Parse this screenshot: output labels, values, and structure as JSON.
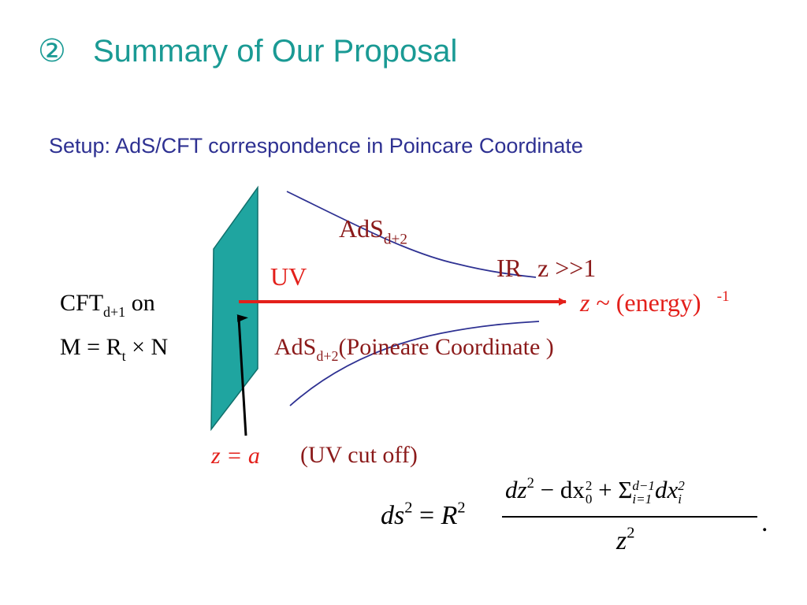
{
  "title": {
    "number": "②",
    "text": "Summary of Our Proposal"
  },
  "subtitle": "Setup: AdS/CFT correspondence in Poincare Coordinate",
  "colors": {
    "title": "#1a9a94",
    "subtitle": "#2e3192",
    "brane": "#1fa5a0",
    "curve": "#2e3192",
    "arrow": "#e3201b",
    "maroon": "#8b1a1a"
  },
  "labels": {
    "ads_upper_main": "AdS",
    "ads_upper_sub": "d+2",
    "uv": "UV",
    "ir": "IR",
    "ir_condition": "z >>1",
    "z_var": "z",
    "energy_text": "~ (energy)",
    "energy_power": "-1",
    "cft_main": "CFT",
    "cft_sub": "d+1",
    "cft_on": "on",
    "manifold_left": "M = R",
    "manifold_sub": "t",
    "manifold_right": "× N",
    "ads_lower_main": "AdS",
    "ads_lower_sub": "d+2",
    "ads_lower_paren": "(Poineare Coordinate )",
    "cutoff_eq": "z = a",
    "cutoff_text": "(UV cut off)"
  },
  "metric": {
    "lhs_base": "ds",
    "lhs_pow": "2",
    "eq": "=",
    "R": "R",
    "R_pow": "2",
    "num_dz": "dz",
    "num_dz_pow": "2",
    "num_minus": "− dx",
    "num_dx0_sub": "0",
    "num_dx0_pow": "2",
    "num_plus_sigma": "+ Σ",
    "sigma_sub": "i=1",
    "sigma_sup": "d−1",
    "num_dxi": "dx",
    "num_dxi_sub": "i",
    "num_dxi_pow": "2",
    "den_z": "z",
    "den_pow": "2",
    "period": "."
  }
}
